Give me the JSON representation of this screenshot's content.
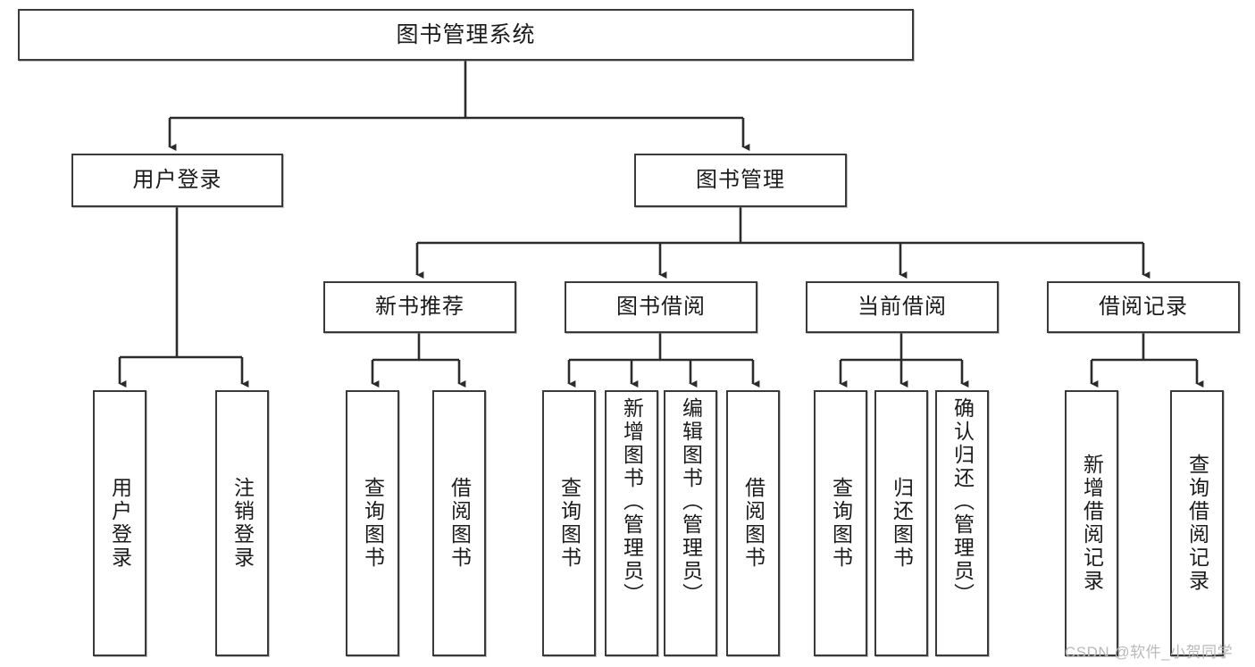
{
  "diagram": {
    "title": "图书管理系统",
    "type": "tree-hierarchy-diagram",
    "colors": {
      "node_border": "#3a3a3a",
      "node_fill": "#ffffff",
      "edge": "#2b2b2b",
      "background": "#ffffff",
      "watermark": "#b9b9b9"
    }
  },
  "nodes": {
    "root": {
      "label": "图书管理系统"
    },
    "level1": [
      {
        "label": "用户登录"
      },
      {
        "label": "图书管理"
      }
    ],
    "level2": [
      {
        "label": "新书推荐"
      },
      {
        "label": "图书借阅"
      },
      {
        "label": "当前借阅"
      },
      {
        "label": "借阅记录"
      }
    ],
    "leaves": {
      "user_login": [
        {
          "label": "用户登录"
        },
        {
          "label": "注销登录"
        }
      ],
      "new_book_recommend": [
        {
          "label": "查询图书"
        },
        {
          "label": "借阅图书"
        }
      ],
      "book_borrow": [
        {
          "label": "查询图书"
        },
        {
          "label": "新增图书（管理员）"
        },
        {
          "label": "编辑图书（管理员）"
        },
        {
          "label": "借阅图书"
        }
      ],
      "current_borrow": [
        {
          "label": "查询图书"
        },
        {
          "label": "归还图书"
        },
        {
          "label": "确认归还（管理员）"
        }
      ],
      "borrow_record": [
        {
          "label": "新增借阅记录"
        },
        {
          "label": "查询借阅记录"
        }
      ]
    }
  },
  "watermark": {
    "text": "CSDN @软件_小贺同学"
  }
}
